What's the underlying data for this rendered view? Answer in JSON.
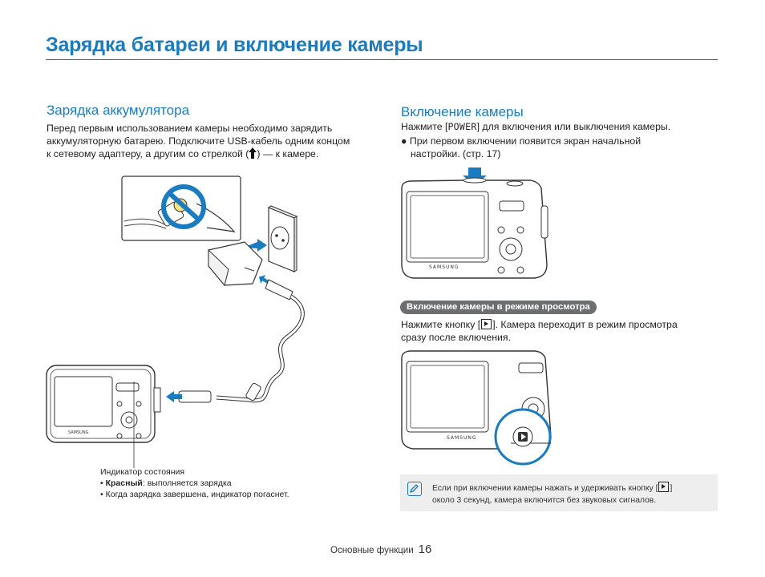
{
  "page": {
    "title": "Зарядка батареи и включение камеры"
  },
  "charging": {
    "heading": "Зарядка аккумулятора",
    "line1": "Перед первым использованием камеры необходимо зарядить",
    "line2": "аккумуляторную батарею. Подключите USB-кабель одним концом",
    "line3_a": "к сетевому адаптеру, а другим со стрелкой (",
    "line3_b": ") — к камере.",
    "arrow_icon": "up-arrow-icon",
    "indicator_title": "Индикатор состояния",
    "indicator_red_label": "Красный",
    "indicator_red_text": ": выполняется зарядка",
    "indicator_done": "Когда зарядка завершена, индикатор погаснет.",
    "bullet": "•"
  },
  "power_on": {
    "heading": "Включение камеры",
    "line1_a": "Нажмите [",
    "power_label": "POWER",
    "line1_b": "] для включения или выключения камеры.",
    "bullet": "●",
    "bullet_line1": "При первом включении появится экран начальной",
    "bullet_line2": "настройки. (стр. 17)"
  },
  "playback": {
    "pill": "Включение камеры в режиме просмотра",
    "line1_a": "Нажмите кнопку [",
    "line1_b": "]. Камера переходит в режим просмотра",
    "line2": "сразу после включения.",
    "play_icon": "play-icon"
  },
  "note": {
    "line1_a": "Если при включении камеры нажать и удерживать кнопку [",
    "line1_b": "]",
    "line2": "около 3 секунд, камера включится без звуковых сигналов.",
    "icon": "note-pencil-icon"
  },
  "camera": {
    "brand": "SAMSUNG"
  },
  "footer": {
    "section": "Основные функции",
    "page_number": "16"
  },
  "colors": {
    "accent": "#1a7cc0",
    "pill_bg": "#6d6e70",
    "note_bg": "#eeeeee"
  }
}
